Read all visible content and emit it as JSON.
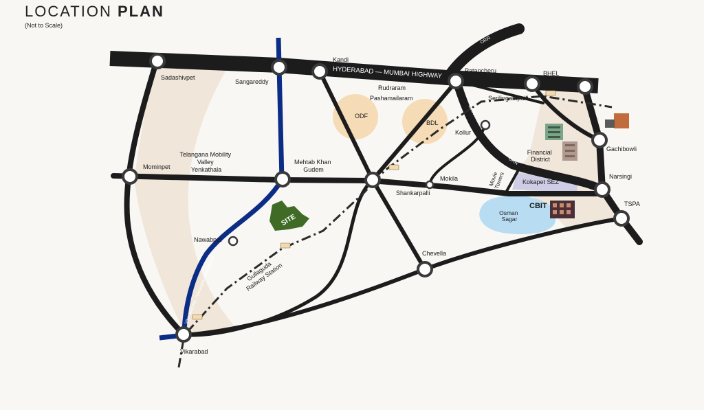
{
  "title": {
    "light": "LOCATION ",
    "bold": "PLAN",
    "note": "(Not to Scale)"
  },
  "colors": {
    "road": "#1c1c1c",
    "site_road": "#0c2d86",
    "zone": "#f0e6da",
    "institution": "#f6dcb6",
    "sez": "#cfcce6",
    "lake": "#b8dcf2",
    "site": "#3f6b27"
  },
  "roads": {
    "highway": "HYDERABAD — MUMBAI HIGHWAY",
    "site_road": "Vikarabad Rd - Nawabpet - Shankarpalli",
    "orr_top": "ORR",
    "orr_mid": "ORR",
    "orr_low": "ORR",
    "railway": "Gullaguda\nRailway Station"
  },
  "places": {
    "kandi": "Kandi",
    "sadashivpet": "Sadashivpet",
    "sangareddy": "Sangareddy",
    "patancheru": "Patancheru",
    "bhel": "BHEL",
    "rudraram": "Rudraram",
    "pashamailaram": "Pashamailaram",
    "odf": "ODF",
    "bdl": "BDL",
    "serilingampalli": "Serilingampalli",
    "kollur": "Kollur",
    "financial_district": "Financial\nDistrict",
    "gachibowli": "Gachibowli",
    "telangana_mobility_valley": "Telangana Mobility\nValley\nYenkathala",
    "mominpet": "Mominpet",
    "mehtab_khan_gudem": "Mehtab Khan\nGudem",
    "mokila": "Mokila",
    "movie_towers": "Movie\nTowers",
    "kokapet_sez": "Kokapet SEZ",
    "narsingi": "Narsingi",
    "shankarpalli": "Shankarpalli",
    "cbit": "CBIT",
    "osman_sagar": "Osman\nSagar",
    "tspa": "TSPA",
    "nawabpet": "Nawabpet",
    "site": "SITE",
    "chevella": "Chevella",
    "vikarabad": "Vikarabad"
  },
  "icons": {
    "train": "train-icon",
    "building": "building-icon"
  }
}
